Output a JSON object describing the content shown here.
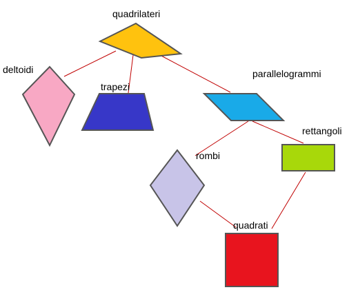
{
  "edge_color": "#c00000",
  "nodes": {
    "quadrilateri": {
      "label": "quadrilateri",
      "color": "#ffc20e"
    },
    "deltoidi": {
      "label": "deltoidi",
      "color": "#f8a8c4"
    },
    "trapezi": {
      "label": "trapezi",
      "color": "#3737c8"
    },
    "parallelogrammi": {
      "label": "parallelogrammi",
      "color": "#19aae8"
    },
    "rettangoli": {
      "label": "rettangoli",
      "color": "#a8d80a"
    },
    "rombi": {
      "label": "rombi",
      "color": "#c8c4e8"
    },
    "quadrati": {
      "label": "quadrati",
      "color": "#e8141e"
    }
  },
  "edges": [
    [
      "quadrilateri",
      "deltoidi"
    ],
    [
      "quadrilateri",
      "trapezi"
    ],
    [
      "quadrilateri",
      "parallelogrammi"
    ],
    [
      "parallelogrammi",
      "rombi"
    ],
    [
      "parallelogrammi",
      "rettangoli"
    ],
    [
      "rombi",
      "quadrati"
    ],
    [
      "rettangoli",
      "quadrati"
    ]
  ]
}
